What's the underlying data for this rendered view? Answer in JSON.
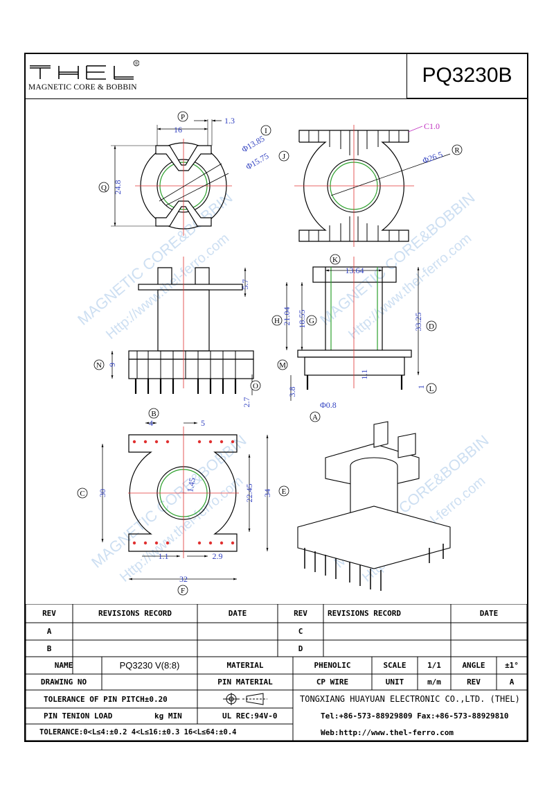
{
  "header": {
    "logo_text": "THEL",
    "logo_subtitle": "MAGNETIC CORE & BOBBIN",
    "registered_mark": "®",
    "part_number": "PQ3230B"
  },
  "watermark": {
    "lines": [
      "MAGNETIC CORE&BOBBIN",
      "Http://www.thel-ferro.com"
    ]
  },
  "dimensions": {
    "top_left": {
      "P": "1.3",
      "P_label": "P",
      "width": "16",
      "I": "Φ13.85",
      "I_label": "I",
      "J": "Φ15.75",
      "J_label": "J",
      "Q": "24.8",
      "Q_label": "Q"
    },
    "top_right": {
      "chamfer": "C1.0",
      "R": "Φ26.5",
      "R_label": "R"
    },
    "mid_left": {
      "flange": "5.7",
      "N": "9",
      "N_label": "N",
      "O": "2.7",
      "O_label": "O"
    },
    "mid_right": {
      "K": "13.64",
      "K_label": "K",
      "H": "21.04",
      "H_label": "H",
      "G": "18.55",
      "G_label": "G",
      "D": "33.25",
      "D_label": "D",
      "M_label": "M",
      "slot": "1.1",
      "L": "1",
      "L_label": "L",
      "pin_len": "3.8",
      "A": "Φ0.8",
      "A_label": "A"
    },
    "bottom_left": {
      "B_label": "B",
      "pitch1": "4",
      "pitch2": "5",
      "C": "30",
      "C_label": "C",
      "E": "34",
      "E_label": "E",
      "inner": "22.45",
      "gap": "1.45",
      "b1": "1.1",
      "b2": "2.9",
      "F": "32",
      "F_label": "F"
    }
  },
  "title_block": {
    "rev_header": "REV",
    "revisions_record": "REVISIONS RECORD",
    "date_header": "DATE",
    "rev_a": "A",
    "rev_b": "B",
    "rev_c": "C",
    "rev_d": "D",
    "name_label": "NAME",
    "name_value": "PQ3230 V(8:8)",
    "material_label": "MATERIAL",
    "material_value": "PHENOLIC",
    "scale_label": "SCALE",
    "scale_value": "1/1",
    "angle_label": "ANGLE",
    "angle_value": "±1°",
    "drawing_no_label": "DRAWING NO",
    "pin_material_label": "PIN MATERIAL",
    "cp_wire": "CP WIRE",
    "unit_label": "UNIT",
    "unit_value": "m/m",
    "rev_label": "REV",
    "rev_value": "A",
    "tolerance_pitch": "TOLERANCE OF PIN PITCH±0.20",
    "company": "TONGXIANG HUAYUAN ELECTRONIC CO.,LTD.  (THEL)",
    "pin_tension": "PIN TENION LOAD",
    "kg_min": "kg MIN",
    "ul_rec": "UL REC:94V-0",
    "tel_fax": "Tel:+86-573-88929809 Fax:+86-573-88929810",
    "tolerance_general": "TOLERANCE:0<L≤4:±0.2  4<L≤16:±0.3  16<L≤64:±0.4",
    "web": "Web:http://www.thel-ferro.com"
  }
}
